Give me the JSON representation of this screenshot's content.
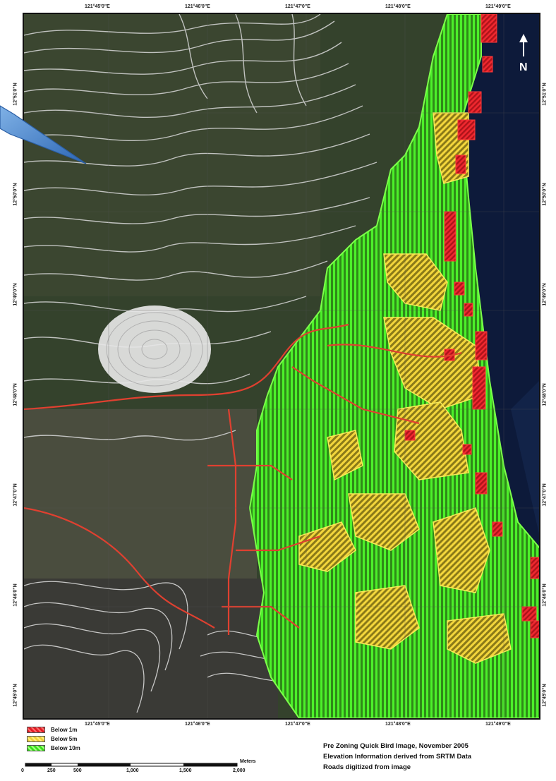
{
  "map": {
    "colors": {
      "below_1m": "#e31b23",
      "below_5m": "#f0d23a",
      "below_10m": "#39e01a",
      "sea": "#0d1a3a",
      "land": "#34422c",
      "contour": "#d8d8d8",
      "road": "#e04030"
    },
    "top_ticks": [
      "121°45'0\"E",
      "121°46'0\"E",
      "121°47'0\"E",
      "121°48'0\"E",
      "121°49'0\"E"
    ],
    "bottom_ticks": [
      "121°45'0\"E",
      "121°46'0\"E",
      "121°47'0\"E",
      "121°48'0\"E",
      "121°49'0\"E"
    ],
    "left_ticks": [
      "12°51'0\"N",
      "12°50'0\"N",
      "12°49'0\"N",
      "12°48'0\"N",
      "12°47'0\"N",
      "12°46'0\"N",
      "12°45'0\"N"
    ],
    "right_ticks": [
      "12°51'0\"N",
      "12°50'0\"N",
      "12°49'0\"N",
      "12°48'0\"N",
      "12°47'0\"N",
      "12°46'0\"N",
      "12°45'0\"N"
    ],
    "north_arrow_label": "N"
  },
  "legend": {
    "items": [
      {
        "label": "Below 1m",
        "color": "#e31b23"
      },
      {
        "label": "Below 5m",
        "color": "#f0d23a"
      },
      {
        "label": "Below 10m",
        "color": "#39e01a"
      }
    ]
  },
  "scale": {
    "ticks": [
      "0",
      "250",
      "500",
      "1,000",
      "1,500",
      "2,000"
    ],
    "unit": "Meters"
  },
  "credits": {
    "line1": "Pre Zoning Quick Bird Image, November 2005",
    "line2": "Elevation Information derived from SRTM Data",
    "line3": "Roads digitized from image"
  }
}
